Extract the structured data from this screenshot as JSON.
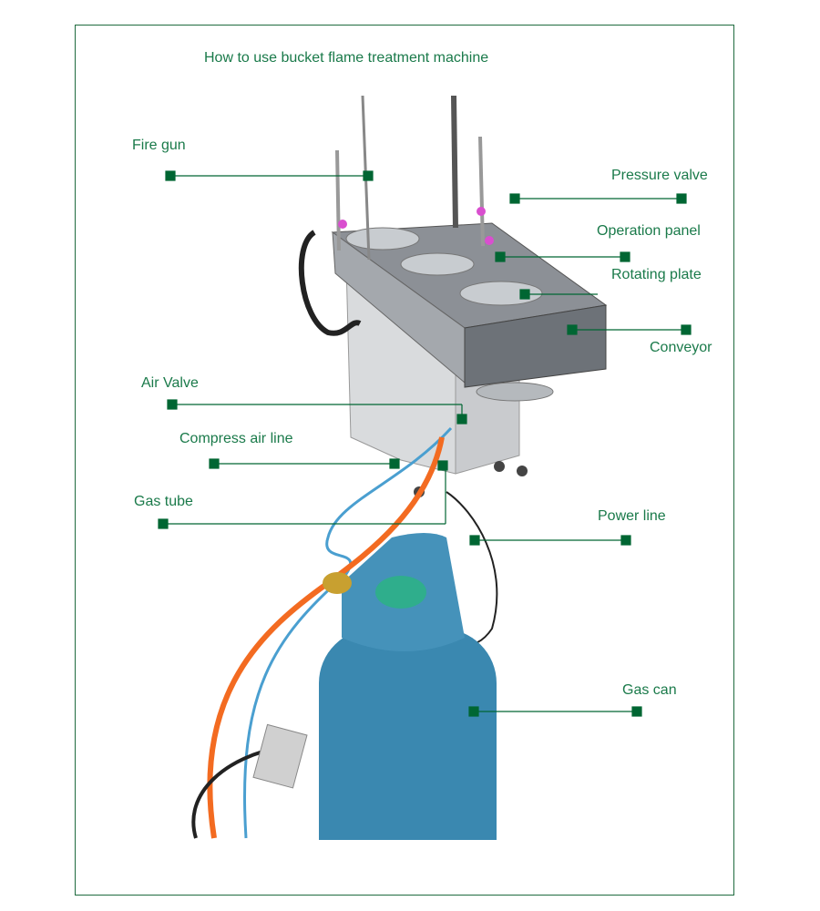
{
  "title": "How to use bucket flame treatment machine",
  "labels": {
    "fire_gun": "Fire gun",
    "pressure_valve": "Pressure valve",
    "operation_panel": "Operation panel",
    "rotating_plate": "Rotating plate",
    "conveyor": "Conveyor",
    "air_valve": "Air Valve",
    "compress_air_line": "Compress air line",
    "gas_tube": "Gas tube",
    "power_line": "Power line",
    "gas_can": "Gas can"
  },
  "colors": {
    "leader": "#006633",
    "label": "#1a7a4a"
  }
}
